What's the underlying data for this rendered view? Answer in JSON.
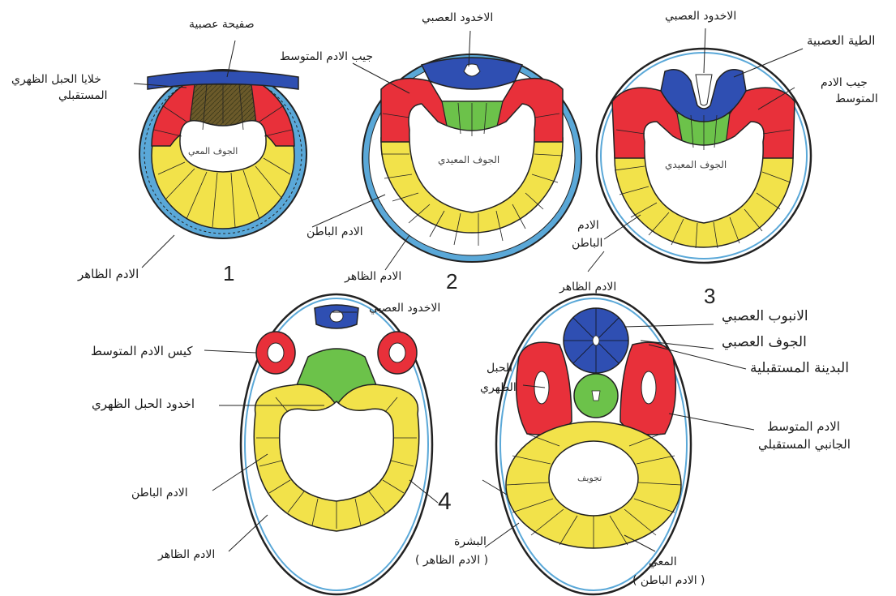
{
  "colors": {
    "ectoderm_blue": "#2f4fb2",
    "outer_ring_blue": "#5aa8d8",
    "mesoderm_red": "#e8303a",
    "notochord_green": "#6cc24a",
    "endoderm_yellow": "#f2e24a",
    "outline": "#222222",
    "background": "#ffffff"
  },
  "stage_numbers": [
    "1",
    "2",
    "3",
    "4"
  ],
  "labels": {
    "s1_neural_plate": "صفيحة عصبية",
    "s1_notochord_cells": "خلايا الحبل الظهري",
    "s1_future": "المستقبلي",
    "s1_cavity": "الجوف المعي",
    "s1_ectoderm": "الادم الظاهر",
    "s2_neural_groove": "الاخدود العصبي",
    "s2_mesoderm_pouch": "جيب الادم المتوسط",
    "s2_cavity": "الجوف المعيدي",
    "s2_endoderm": "الادم الباطن",
    "s2_ectoderm": "الادم الظاهر",
    "s3_neural_groove": "الاخدود العصبي",
    "s3_neural_fold": "الطية العصبية",
    "s3_mesoderm_pouch_1": "جيب الادم",
    "s3_mesoderm_pouch_2": "المتوسط",
    "s3_cavity": "الجوف المعيدي",
    "s3_endoderm_1": "الادم",
    "s3_endoderm_2": "الباطن",
    "s3_ectoderm": "الادم الظاهر",
    "s4a_neural_groove": "الاخدود العصبي",
    "s4a_mesoderm_sac": "كيس الادم المتوسط",
    "s4a_notochord_groove": "اخدود الحبل الظهري",
    "s4a_endoderm": "الادم الباطن",
    "s4a_ectoderm": "الادم الظاهر",
    "s4b_neural_tube": "الانبوب العصبي",
    "s4b_neural_cavity": "الجوف العصبي",
    "s4b_future_somite": "البدينة المستقبلية",
    "s4b_notochord_1": "الحبل",
    "s4b_notochord_2": "الظهري",
    "s4b_lateral_mesoderm_1": "الادم المتوسط",
    "s4b_lateral_mesoderm_2": "الجانبي المستقبلي",
    "s4b_small_cavity": "تجويف",
    "s4b_epidermis": "البشرة",
    "s4b_epidermis_paren": "( الادم الظاهر )",
    "s4b_gut": "المعي",
    "s4b_gut_paren": "( الادم الباطن )"
  }
}
